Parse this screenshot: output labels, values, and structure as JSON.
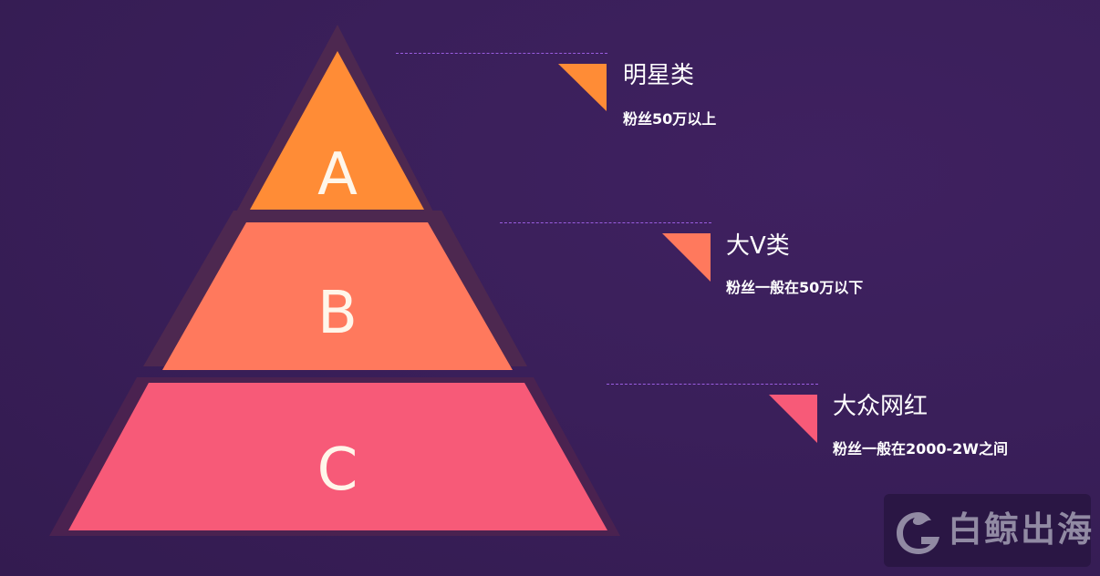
{
  "colors": {
    "background": "#3a1f5a",
    "outline": "#4d2850",
    "tier_a": "#ff8c36",
    "tier_b": "#ff795d",
    "tier_c": "#f75a78",
    "dash": "#9a5de0",
    "text": "#ffffff",
    "letter": "#fff6ea"
  },
  "pyramid": {
    "tiers": [
      {
        "letter": "A",
        "title": "明星类",
        "subtitle": "粉丝50万以上"
      },
      {
        "letter": "B",
        "title": "大V类",
        "subtitle": "粉丝一般在50万以下"
      },
      {
        "letter": "C",
        "title": "大众网红",
        "subtitle": "粉丝一般在2000-2W之间"
      }
    ]
  },
  "watermark": {
    "text": "白鲸出海"
  }
}
